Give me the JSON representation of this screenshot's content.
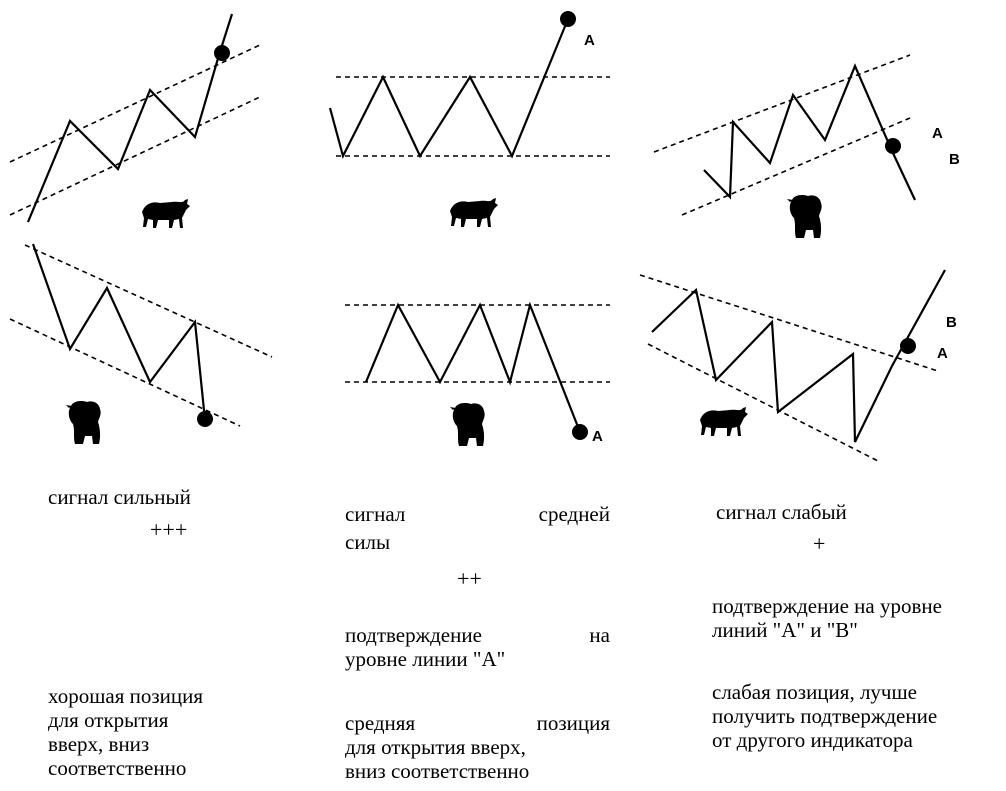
{
  "labels": {
    "a": "A",
    "b": "B"
  },
  "columns": [
    {
      "signal": "сигнал сильный",
      "strength": "+++",
      "confirmation": "",
      "position": [
        "хорошая позиция",
        "для открытия",
        "вверх, вниз",
        "соответственно"
      ]
    },
    {
      "signal_line1": "сигнал средней",
      "signal_line2": "силы",
      "strength": "++",
      "confirmation": [
        "подтверждение на",
        "уровне линии \"A\""
      ],
      "position": [
        "средняя позиция",
        "для открытия вверх,",
        "вниз соответственно"
      ]
    },
    {
      "signal": "сигнал слабый",
      "strength": "+",
      "confirmation": [
        "подтверждение на уровне",
        "линий \"A\" и \"B\""
      ],
      "position": [
        "слабая позиция, лучше",
        "получить подтверждение",
        "от другого индикатора"
      ]
    }
  ]
}
